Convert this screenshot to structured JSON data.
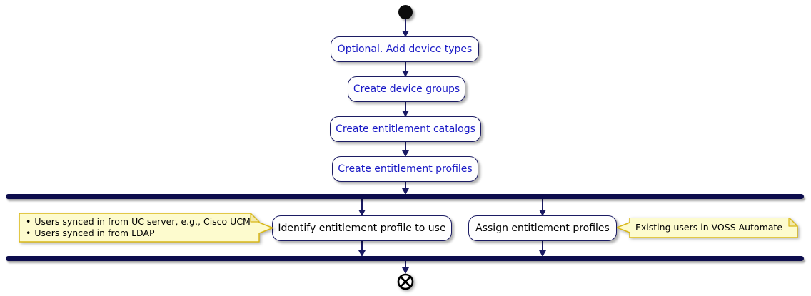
{
  "diagram": {
    "type": "activity-flowchart",
    "colors": {
      "activity_border": "#1b1b63",
      "activity_fill": "#fefefe",
      "link_text": "#1a1ac6",
      "plain_text": "#000000",
      "sync_bar": "#0d0d4d",
      "arrow": "#1b1b63",
      "note_fill": "#fdfbce",
      "note_border": "#d9b818",
      "start_node": "#0b0b0b",
      "end_node_stroke": "#000000"
    },
    "flow": {
      "steps": [
        {
          "label": "Optional. Add device types",
          "link": true
        },
        {
          "label": "Create device groups",
          "link": true
        },
        {
          "label": "Create entitlement catalogs",
          "link": true
        },
        {
          "label": "Create entitlement profiles",
          "link": true
        }
      ],
      "parallel": {
        "left": {
          "label": "Identify entitlement profile to use"
        },
        "right": {
          "label": "Assign entitlement profiles"
        }
      }
    },
    "notes": {
      "left": {
        "items": [
          "Users synced in from UC server, e.g., Cisco UCM",
          "Users synced in from LDAP"
        ]
      },
      "right": {
        "text": "Existing users in VOSS Automate"
      }
    }
  }
}
